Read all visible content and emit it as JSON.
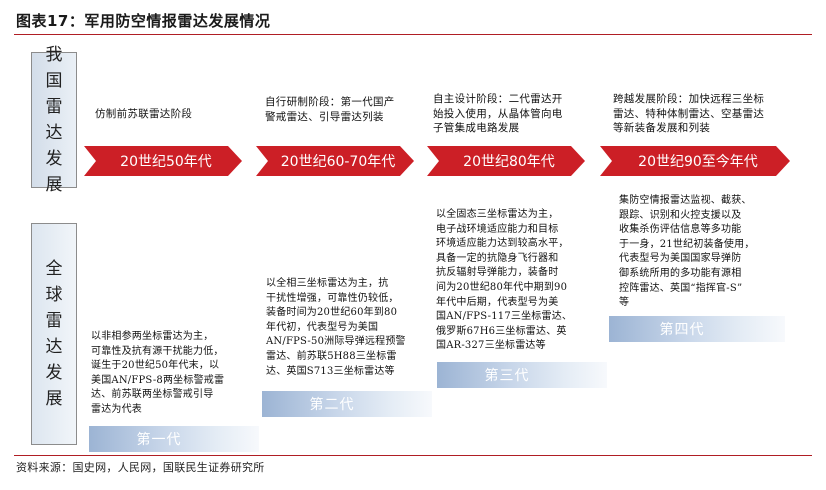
{
  "title": "图表17：军用防空情报雷达发展情况",
  "side_labels": {
    "china": [
      "我",
      "国",
      "雷",
      "达",
      "发",
      "展"
    ],
    "global": [
      "全",
      "球",
      "雷",
      "达",
      "发",
      "展"
    ]
  },
  "eras": [
    {
      "china_desc": [
        "仿制前苏联雷达阶段"
      ],
      "label": "20世纪50年代",
      "global_desc": [
        "以非相参两坐标雷达为主，",
        "可靠性及抗有源干扰能力低，",
        "诞生于20世纪50年代末，以",
        "美国AN/FPS-8两坐标警戒雷",
        "达、前苏联两坐标警戒引导",
        "雷达为代表"
      ],
      "generation": "第一代"
    },
    {
      "china_desc": [
        "自行研制阶段：第一代国产",
        "警戒雷达、引导雷达列装"
      ],
      "label": "20世纪60-70年代",
      "global_desc": [
        "以全相三坐标雷达为主，抗",
        "干扰性增强，可靠性仍较低，",
        "装备时间为20世纪60年到80",
        "年代初，代表型号为美国",
        "AN/FPS-50洲际导弹远程预警",
        "雷达、前苏联5H88三坐标雷",
        "达、英国S713三坐标雷达等"
      ],
      "generation": "第二代"
    },
    {
      "china_desc": [
        "自主设计阶段：二代雷达开",
        "始投入使用，从晶体管向电",
        "子管集成电路发展"
      ],
      "label": "20世纪80年代",
      "global_desc": [
        "以全固态三坐标雷达为主，",
        "电子战环境适应能力和目标",
        "环境适应能力达到较高水平，",
        "具备一定的抗隐身飞行器和",
        "抗反辐射导弹能力，装备时",
        "间为20世纪80年代中期到90",
        "年代中后期，代表型号为美",
        "国AN/FPS-117三坐标雷达、",
        "俄罗斯67H6三坐标雷达、英",
        "国AR-327三坐标雷达等"
      ],
      "generation": "第三代"
    },
    {
      "china_desc": [
        "跨越发展阶段：加快远程三坐标",
        "雷达、特种体制雷达、空基雷达",
        "等新装备发展和列装"
      ],
      "label": "20世纪90至今年代",
      "global_desc": [
        "集防空情报雷达监视、截获、",
        "跟踪、识别和火控支援以及",
        "收集杀伤评估信息等多功能",
        "于一身，21世纪初装备使用，",
        "代表型号为美国国家导弹防",
        "御系统所用的多功能有源相",
        "控阵雷达、英国“指挥官-S”",
        "等"
      ],
      "generation": "第四代"
    }
  ],
  "source": "资料来源：国史网，人民网，国联民生证券研究所",
  "colors": {
    "accent": "#cc1f26",
    "generation_band": "#9cb4d4"
  }
}
